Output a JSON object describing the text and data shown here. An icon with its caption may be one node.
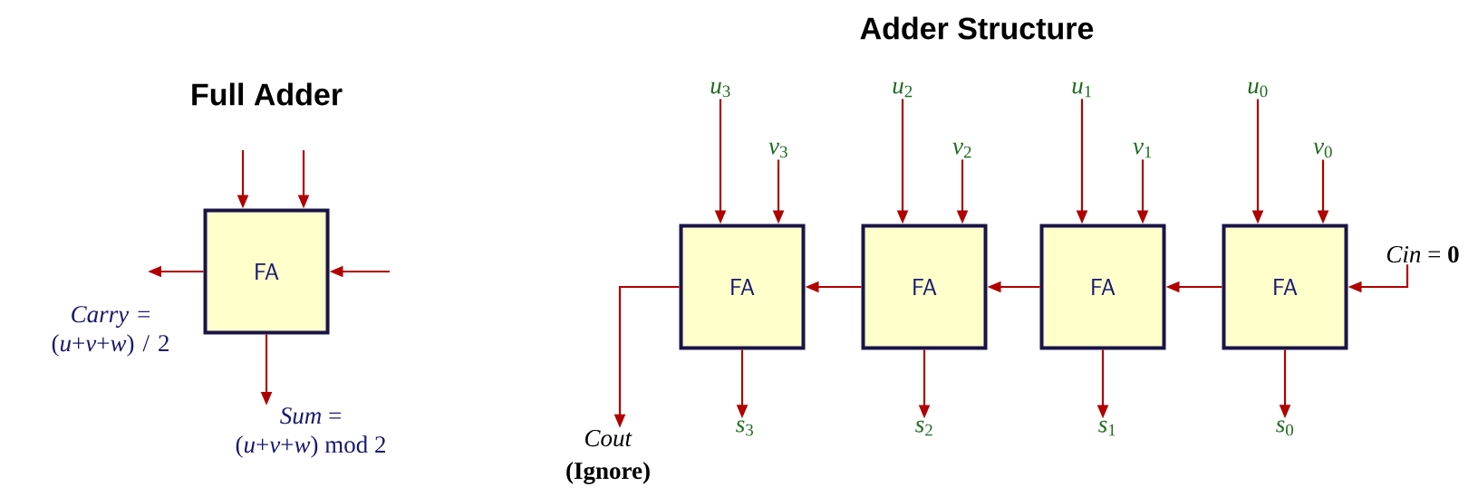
{
  "diagram": {
    "nodes": [
      {
        "text": [
          "FA"
        ]
      },
      {
        "text": [
          "*Sum* =",
          "(*u*+*v*+*w*) mod 2"
        ]
      },
      {
        "text": [
          "FA"
        ]
      },
      {
        "text": [
          "FA"
        ]
      },
      {
        "text": [
          "FA"
        ]
      },
      {
        "text": [
          "FA"
        ]
      },
      {
        "text": [
          "*u*$_{3}$"
        ]
      },
      {
        "text": [
          "*v*$_{3}$"
        ]
      },
      {
        "text": [
          "*u*$_{2}$"
        ]
      },
      {
        "text": [
          "*v*$_{2}$"
        ]
      },
      {
        "text": [
          "*u*$_{1}$"
        ]
      },
      {
        "text": [
          "*v*$_{1}$"
        ]
      },
      {
        "text": [
          "*u*$_{0}$"
        ]
      },
      {
        "text": [
          "*v*$_{0}$"
        ]
      },
      {
        "text": [
          "*s*$_{3}$"
        ]
      },
      {
        "text": [
          "*s*$_{2}$"
        ]
      },
      {
        "text": [
          "*s*$_{1}$"
        ]
      },
      {
        "text": [
          "*s*$_{0}$"
        ]
      },
      {
        "text": [
          "*Cout*",
          "(Ignore)"
        ]
      },
      {
        "text": [
          "*Cin* = **0**"
        ]
      }
    ],
    "edges": [
      {
        "from": null,
        "to": 0,
        "arrow": "to"
      },
      {
        "from": null,
        "to": 0,
        "arrow": "to"
      },
      {
        "from": null,
        "to": 0,
        "arrow": "to"
      },
      {
        "from": 0,
        "to": null,
        "arrow": "to"
      },
      {
        "from": 0,
        "to": 1,
        "arrow": "to"
      },
      {
        "from": 6,
        "to": 2,
        "arrow": "to"
      },
      {
        "from": 7,
        "to": 2,
        "arrow": "to"
      },
      {
        "from": 8,
        "to": 3,
        "arrow": "to"
      },
      {
        "from": 9,
        "to": 3,
        "arrow": "to"
      },
      {
        "from": 10,
        "to": 4,
        "arrow": "to"
      },
      {
        "from": 11,
        "to": 4,
        "arrow": "to"
      },
      {
        "from": 12,
        "to": 5,
        "arrow": "to"
      },
      {
        "from": 13,
        "to": 5,
        "arrow": "to"
      },
      {
        "from": 2,
        "to": 14,
        "arrow": "to"
      },
      {
        "from": 3,
        "to": 15,
        "arrow": "to"
      },
      {
        "from": 4,
        "to": 16,
        "arrow": "to"
      },
      {
        "from": 5,
        "to": 17,
        "arrow": "to"
      },
      {
        "from": 19,
        "to": 5,
        "arrow": "to"
      },
      {
        "from": 5,
        "to": 4,
        "arrow": "to"
      },
      {
        "from": 4,
        "to": 3,
        "arrow": "to"
      },
      {
        "from": 3,
        "to": 2,
        "arrow": "to"
      },
      {
        "from": 2,
        "to": 18,
        "arrow": "to"
      }
    ],
    "labels": [
      "Full Adder",
      "Adder Structure",
      "*Carry* = (*u*+*v*+*w*) / 2"
    ]
  }
}
